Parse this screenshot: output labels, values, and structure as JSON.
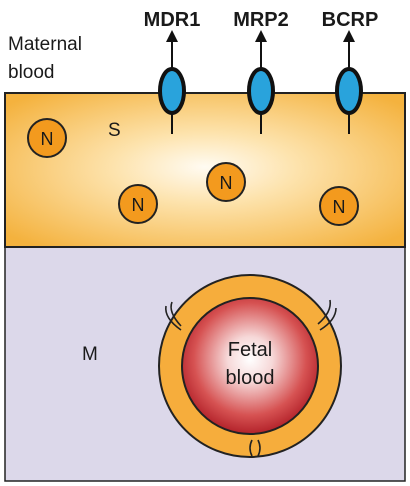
{
  "maternal": {
    "label_line1": "Maternal",
    "label_line2": "blood"
  },
  "syncytium": {
    "label": "S"
  },
  "mesenchyme": {
    "label": "M"
  },
  "transporters": [
    {
      "label": "MDR1"
    },
    {
      "label": "MRP2"
    },
    {
      "label": "BCRP"
    }
  ],
  "nuclei": {
    "label": "N"
  },
  "fetal": {
    "label_line1": "Fetal",
    "label_line2": "blood"
  },
  "colors": {
    "syncytium_edge": "#f4b23e",
    "syncytium_center": "#fffaf0",
    "mesenchyme": "#dcd8ea",
    "nucleus_fill": "#f39a1e",
    "transporter_fill": "#29a3dc",
    "vessel_ring": "#f6ad3c",
    "fetal_red": "#c0262d"
  }
}
